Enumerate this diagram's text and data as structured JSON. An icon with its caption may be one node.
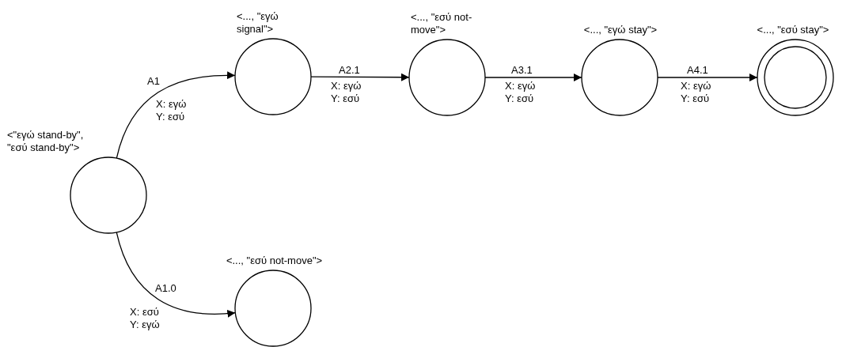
{
  "diagram": {
    "nodes": [
      {
        "text": [
          "<\"εγώ stand-by\", \"εσύ stand-by\">"
        ]
      },
      {
        "text": [
          "<..., \"εγώ signal\">"
        ]
      },
      {
        "text": [
          "<..., \"εσύ not-move\">"
        ]
      },
      {
        "text": [
          "<..., \"εγώ stay\">"
        ]
      },
      {
        "text": [
          "<..., \"εσύ stay\">"
        ]
      },
      {
        "text": [
          "<..., \"εσύ not-move\">"
        ]
      }
    ],
    "edges": [
      {
        "from": 0,
        "to": 1,
        "arrow": "to",
        "label": "A1"
      },
      {
        "from": 1,
        "to": 2,
        "arrow": "to",
        "label": "A2.1"
      },
      {
        "from": 2,
        "to": 3,
        "arrow": "to",
        "label": "A3.1"
      },
      {
        "from": 3,
        "to": 4,
        "arrow": "to",
        "label": "A4.1"
      },
      {
        "from": 0,
        "to": 5,
        "arrow": "to",
        "label": "A1.0"
      }
    ],
    "labels": [
      "X: εγώ Y: εσύ",
      "X: εγώ Y: εσύ",
      "X: εγώ Y: εσύ",
      "X: εγώ Y: εσύ",
      "X: εσύ Y: εγώ"
    ]
  }
}
